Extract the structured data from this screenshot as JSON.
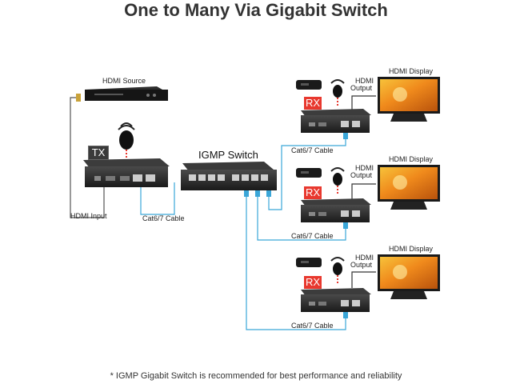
{
  "title": "One to Many Via Gigabit Switch",
  "source": {
    "label": "HDMI Source"
  },
  "transmitter": {
    "tag": "TX",
    "input_label": "HDMI Input"
  },
  "switch": {
    "label": "IGMP Switch"
  },
  "cable_label_tx": "Cat6/7 Cable",
  "receivers": [
    {
      "tag": "RX",
      "output_label_1": "HDMI",
      "output_label_2": "Output",
      "display_label": "HDMI Display",
      "cable_label": "Cat6/7 Cable"
    },
    {
      "tag": "RX",
      "output_label_1": "HDMI",
      "output_label_2": "Output",
      "display_label": "HDMI Display",
      "cable_label": "Cat6/7 Cable"
    },
    {
      "tag": "RX",
      "output_label_1": "HDMI",
      "output_label_2": "Output",
      "display_label": "HDMI Display",
      "cable_label": "Cat6/7 Cable"
    }
  ],
  "note": "* IGMP Gigabit Switch is recommended for best performance and reliability",
  "colors": {
    "cable": "#3aa6d8",
    "rx_tag": "#e8382e",
    "hdmi_cable": "#333333",
    "ir_dots": "#e8382e"
  }
}
